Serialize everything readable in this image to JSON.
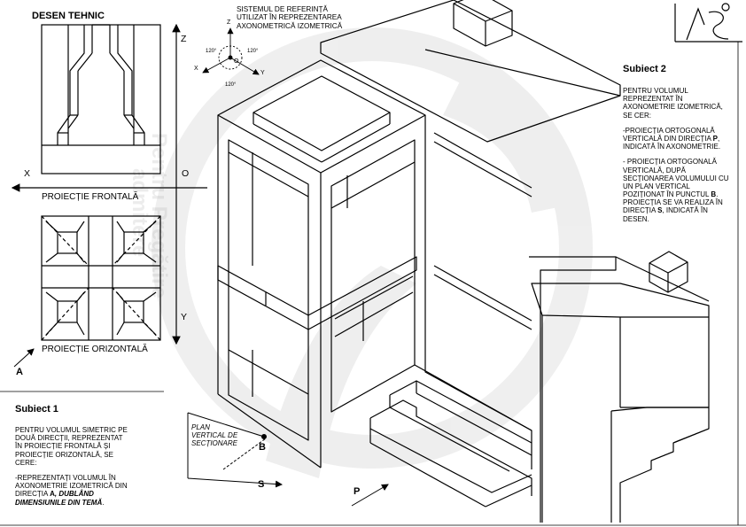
{
  "title": "DESEN TEHNIC",
  "reference_system": {
    "heading": [
      "SISTEMUL DE REFERINȚĂ",
      "UTILIZAT ÎN REPREZENTAREA",
      "AXONOMETRICĂ IZOMETRICĂ"
    ],
    "axis_z": "Z",
    "axis_x": "X",
    "axis_y": "Y",
    "origin": "O",
    "angle_left": "120°",
    "angle_right": "120°",
    "angle_bottom": "120°"
  },
  "frontal_projection": {
    "label": "PROIECȚIE FRONTALĂ",
    "axis_x": "X",
    "axis_z": "Z",
    "origin": "O"
  },
  "horizontal_projection": {
    "label": "PROIECȚIE ORIZONTALĂ",
    "axis_y": "Y",
    "direction": "A"
  },
  "subject1": {
    "heading": "Subiect 1",
    "para1": [
      "PENTRU VOLUMUL SIMETRIC PE",
      "DOUĂ DIRECȚII, REPREZENTAT",
      "ÎN PROIECȚIE FRONTALĂ ȘI",
      "PROIECȚIE ORIZONTALĂ, SE",
      "CERE:"
    ],
    "para2_line1": "-REPREZENTAȚI VOLUMUL ÎN",
    "para2_line2": "AXONOMETRIE IZOMETRICĂ DIN",
    "para2_line3_a": "DIRECȚIA ",
    "para2_line3_b": "A",
    "para2_line3_c": ", DUBLÂND",
    "para2_line4_a": "DIMENSIUNILE DIN TEMĂ",
    "para2_line4_b": "."
  },
  "subject2": {
    "heading": "Subiect 2",
    "para1": [
      "PENTRU VOLUMUL",
      "REPREZENTAT ÎN",
      "AXONOMETRIE IZOMETRICĂ,",
      "SE CER:"
    ],
    "para2_a": [
      "-PROIECȚIA ORTOGONALĂ",
      "VERTICALĂ DIN DIRECȚIA "
    ],
    "para2_p": "P",
    "para2_b": [
      ",",
      "INDICATĂ ÎN AXONOMETRIE."
    ],
    "para3": [
      "- PROIECȚIA ORTOGONALĂ",
      "VERTICALĂ, DUPĂ",
      "SECȚIONAREA VOLUMULUI CU",
      "UN PLAN VERTICAL",
      "POZIȚIONAT ÎN PUNCTUL "
    ],
    "para3_b": "B",
    "para3_c": [
      ".",
      "PROIECȚIA SE VA REALIZA ÎN",
      "DIRECȚIA "
    ],
    "para3_s": "S",
    "para3_d": [
      ", INDICATĂ ÎN",
      "DESEN."
    ]
  },
  "section_plane": {
    "label": [
      "PLAN",
      "VERTICAL DE",
      "SECȚIONARE"
    ],
    "point": "B",
    "direction": "S"
  },
  "direction_p": "P"
}
